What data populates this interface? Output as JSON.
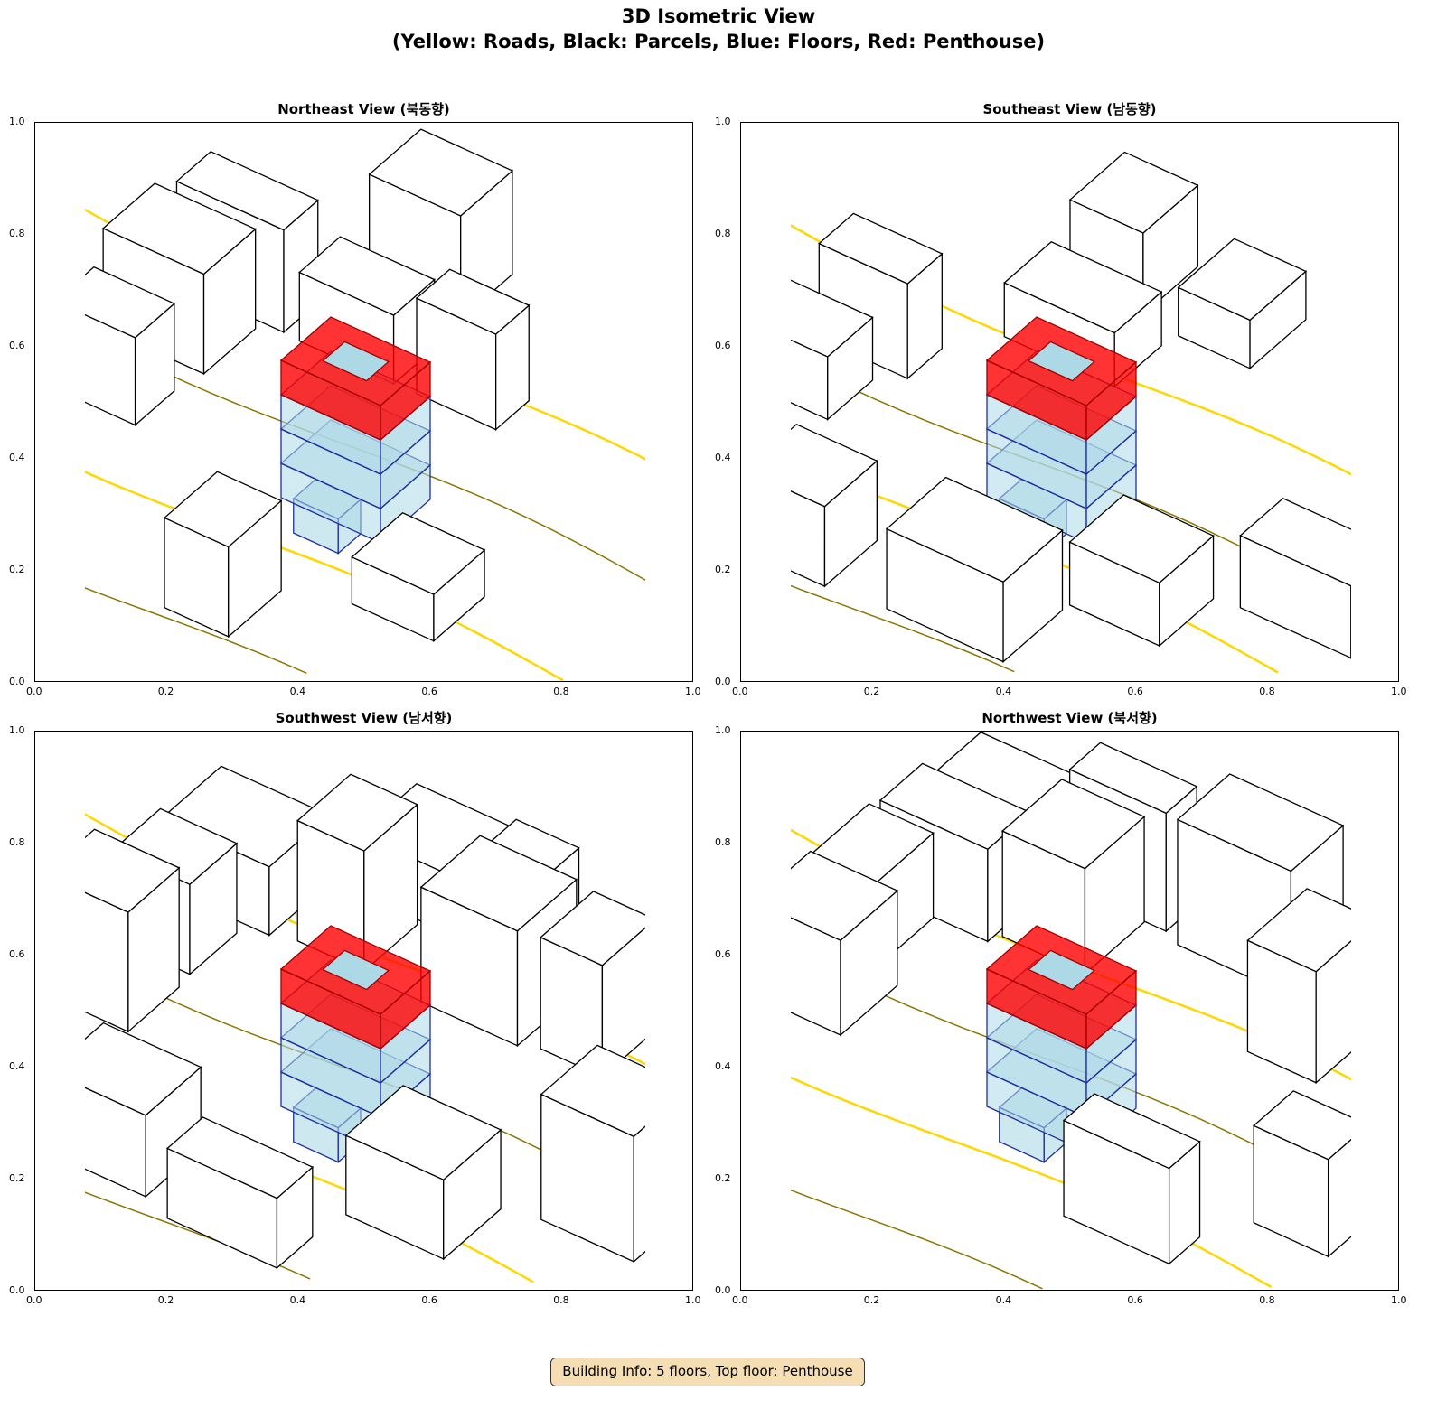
{
  "figure": {
    "title_line1": "3D Isometric View",
    "title_line2": "(Yellow: Roads, Black: Parcels, Blue: Floors, Red: Penthouse)",
    "info": "Building Info: 5 floors, Top floor: Penthouse"
  },
  "colors": {
    "road": "#ffd700",
    "road_edge": "#8b7500",
    "parcel": "#000000",
    "floor": "#add8e6",
    "floor_edge": "#1f2fa0",
    "penthouse": "#ff0000",
    "info_bg": "#f5deb3"
  },
  "chart_data": {
    "type": "diagram",
    "title": "3D Isometric View (Yellow: Roads, Black: Parcels, Blue: Floors, Red: Penthouse)",
    "building": {
      "floors": 5,
      "top_floor": "Penthouse"
    },
    "xlim": [
      0,
      1
    ],
    "ylim": [
      0,
      1
    ],
    "xticks": [
      "0.0",
      "0.2",
      "0.4",
      "0.6",
      "0.8",
      "1.0"
    ],
    "yticks": [
      "0.0",
      "0.2",
      "0.4",
      "0.6",
      "0.8",
      "1.0"
    ],
    "panels": [
      {
        "title": "Northeast View (북동향)"
      },
      {
        "title": "Southeast View (남동향)"
      },
      {
        "title": "Southwest View (남서향)"
      },
      {
        "title": "Northwest View (북서향)"
      }
    ]
  }
}
